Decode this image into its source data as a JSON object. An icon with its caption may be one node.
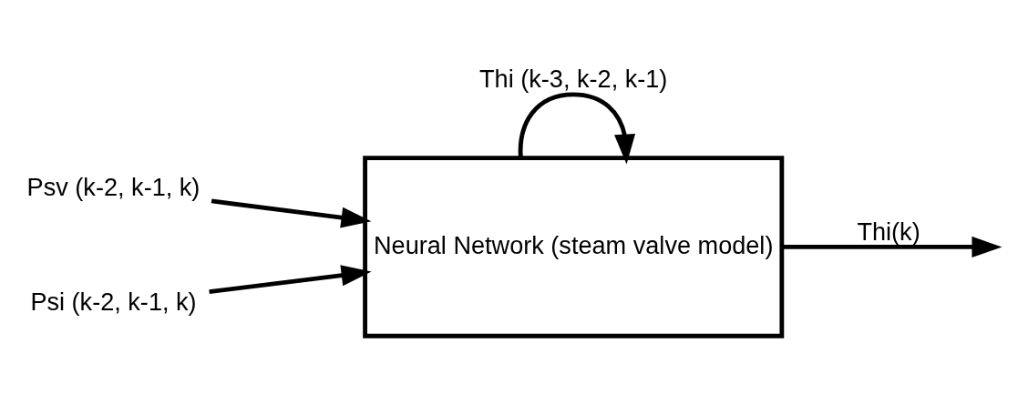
{
  "diagram": {
    "nodes": [
      {
        "text": [
          "Psv (k-2, k-1, k)"
        ]
      },
      {
        "text": [
          "Psi (k-2, k-1, k)"
        ]
      },
      {
        "text": [
          "Neural Network (steam valve model)"
        ]
      }
    ],
    "edges": [
      {
        "from": 0,
        "to": 2,
        "arrow": "to"
      },
      {
        "from": 1,
        "to": 2,
        "arrow": "to"
      },
      {
        "from": 2,
        "to": 2,
        "arrow": "to",
        "label": "Thi (k-3, k-2, k-1)"
      },
      {
        "from": 2,
        "to": null,
        "arrow": "to",
        "label": "Thi(k)"
      }
    ]
  }
}
